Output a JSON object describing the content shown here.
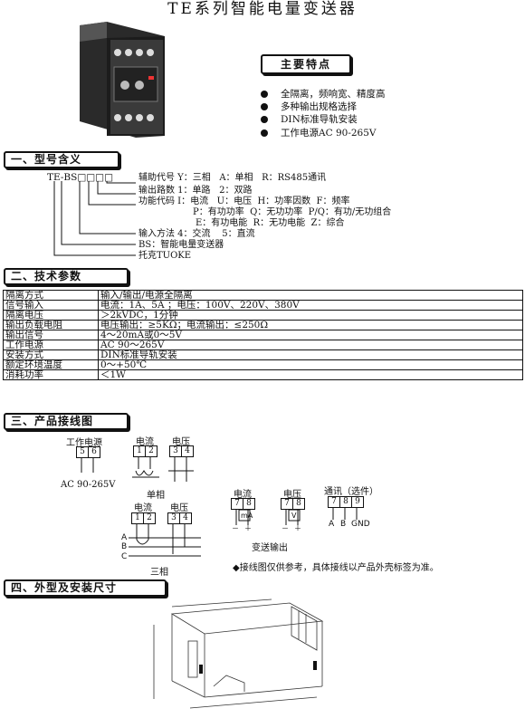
{
  "title": "TE系列智能电量变送器",
  "features": {
    "title": "主要特点",
    "items": [
      "全隔离，频响宽、精度高",
      "多种输出规格选择",
      "DIN标准导轨安装",
      "工作电源AC 90-265V"
    ]
  },
  "section1": {
    "title": "一、型号含义",
    "model_code": "TE-BS□□□□",
    "lines": [
      "辅助代号 Y：三相   A：单相   R：RS485通讯",
      "输出路数 1：单路   2：双路",
      "功能代码 I：电流   U：电压  H：功率因数  F：频率",
      "P：有功功率  Q：无功功率  P/Q：有功/无功组合",
      "E：有功电能  R：无功电能  Z：综合",
      "输入方法 4：交流    5：直流",
      "BS：智能电量变送器",
      "托克TUOKE"
    ]
  },
  "section2": {
    "title": "二、技术参数",
    "rows": [
      [
        "隔离方式",
        "输入/输出/电源全隔离"
      ],
      [
        "信号输入",
        "电流：1A、5A ；电压：100V、220V、380V"
      ],
      [
        "隔离电压",
        "＞2kVDC，1分钟"
      ],
      [
        "输出负载电阻",
        "电压输出：≥5KΩ；电流输出：≤250Ω"
      ],
      [
        "输出信号",
        "4～20mA或0～5V"
      ],
      [
        "工作电源",
        "AC 90～265V"
      ],
      [
        "安装方式",
        "DIN标准导轨安装"
      ],
      [
        "额定环境温度",
        "0～+50℃"
      ],
      [
        "消耗功率",
        "＜1W"
      ]
    ]
  },
  "section3": {
    "title": "三、产品接线图",
    "power_label": "工作电源",
    "power_terms": [
      "5",
      "6"
    ],
    "power_range": "AC 90-265V",
    "current_label": "电流",
    "voltage_label": "电压",
    "single_terms_i": [
      "1",
      "2"
    ],
    "single_terms_u": [
      "3",
      "4"
    ],
    "single_phase": "单相",
    "three_phase": "三相",
    "phase_lines": [
      "A",
      "B",
      "C"
    ],
    "out_current_label": "电流",
    "out_voltage_label": "电压",
    "comm_label": "通讯（选件）",
    "out_terms": [
      "7",
      "8"
    ],
    "comm_terms": [
      "7",
      "8",
      "9"
    ],
    "comm_pins": [
      "A",
      "B",
      "GND"
    ],
    "ma_label": "mA",
    "v_label": "V",
    "minus": "－",
    "plus": "＋",
    "output_caption": "变送输出",
    "note": "◆接线图仅供参考，具体接线以产品外壳标签为准。"
  },
  "section4": {
    "title": "四、外型及安装尺寸"
  }
}
